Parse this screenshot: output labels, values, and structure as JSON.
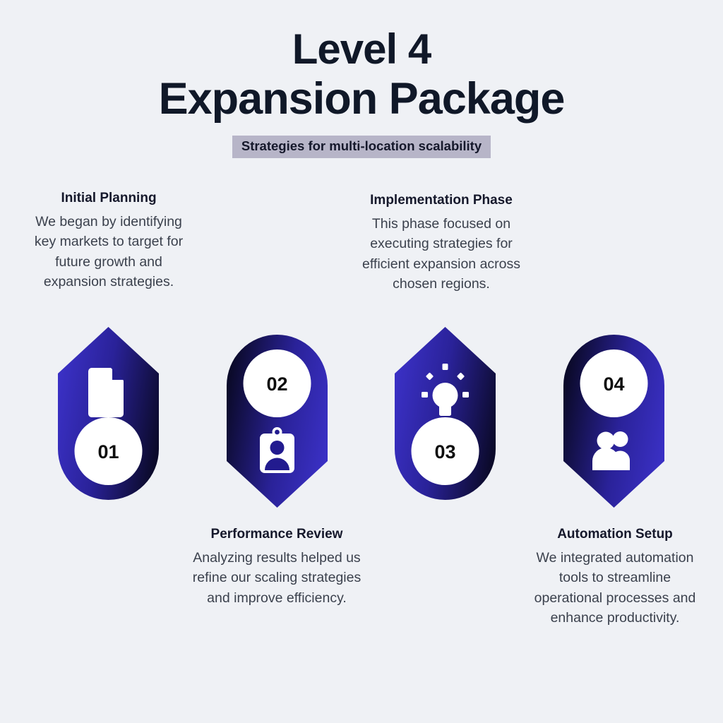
{
  "header": {
    "title_line1": "Level 4",
    "title_line2": "Expansion Package",
    "subtitle": "Strategies for multi-location scalability"
  },
  "theme": {
    "background": "#eff1f5",
    "title_color": "#101828",
    "subtitle_band": "#b7b5c8",
    "gradient_light": "#3a30c4",
    "gradient_dark": "#0b0a2a",
    "badge_fill": "#ffffff",
    "icon_fill": "#ffffff"
  },
  "steps": [
    {
      "number": "01",
      "icon": "document-icon",
      "heading": "Initial Planning",
      "body": "We began by identifying key markets to target for future growth and expansion strategies.",
      "direction": "up",
      "text_position": "above"
    },
    {
      "number": "02",
      "icon": "id-badge-icon",
      "heading": "Performance Review",
      "body": "Analyzing results helped us refine our scaling strategies and improve efficiency.",
      "direction": "down",
      "text_position": "below"
    },
    {
      "number": "03",
      "icon": "lightbulb-icon",
      "heading": "Implementation Phase",
      "body": "This phase focused on executing strategies for efficient expansion across chosen regions.",
      "direction": "up",
      "text_position": "above"
    },
    {
      "number": "04",
      "icon": "people-icon",
      "heading": "Automation Setup",
      "body": "We integrated automation tools to streamline operational processes and enhance productivity.",
      "direction": "down",
      "text_position": "below"
    }
  ]
}
